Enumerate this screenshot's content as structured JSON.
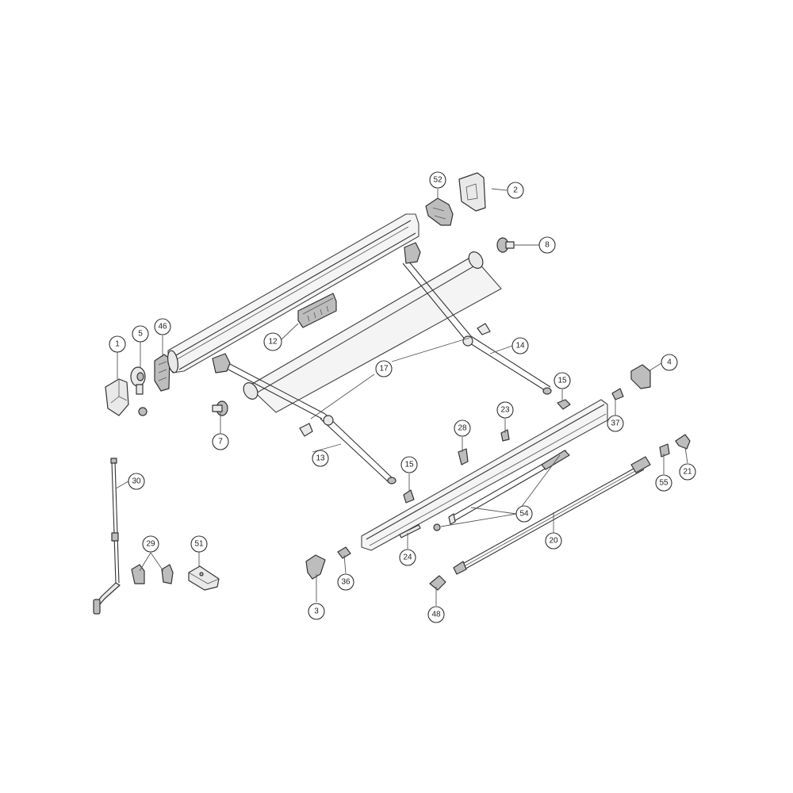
{
  "callouts": [
    {
      "id": "c1",
      "label": "1"
    },
    {
      "id": "c2",
      "label": "2"
    },
    {
      "id": "c3",
      "label": "3"
    },
    {
      "id": "c4",
      "label": "4"
    },
    {
      "id": "c5",
      "label": "5"
    },
    {
      "id": "c7",
      "label": "7"
    },
    {
      "id": "c8",
      "label": "8"
    },
    {
      "id": "c12",
      "label": "12"
    },
    {
      "id": "c13",
      "label": "13"
    },
    {
      "id": "c14",
      "label": "14"
    },
    {
      "id": "c15a",
      "label": "15"
    },
    {
      "id": "c15b",
      "label": "15"
    },
    {
      "id": "c17",
      "label": "17"
    },
    {
      "id": "c20",
      "label": "20"
    },
    {
      "id": "c21",
      "label": "21"
    },
    {
      "id": "c23",
      "label": "23"
    },
    {
      "id": "c24",
      "label": "24"
    },
    {
      "id": "c28",
      "label": "28"
    },
    {
      "id": "c29",
      "label": "29"
    },
    {
      "id": "c30",
      "label": "30"
    },
    {
      "id": "c36",
      "label": "36"
    },
    {
      "id": "c37",
      "label": "37"
    },
    {
      "id": "c46",
      "label": "46"
    },
    {
      "id": "c48",
      "label": "48"
    },
    {
      "id": "c51",
      "label": "51"
    },
    {
      "id": "c52",
      "label": "52"
    },
    {
      "id": "c54",
      "label": "54"
    },
    {
      "id": "c55",
      "label": "55"
    }
  ]
}
